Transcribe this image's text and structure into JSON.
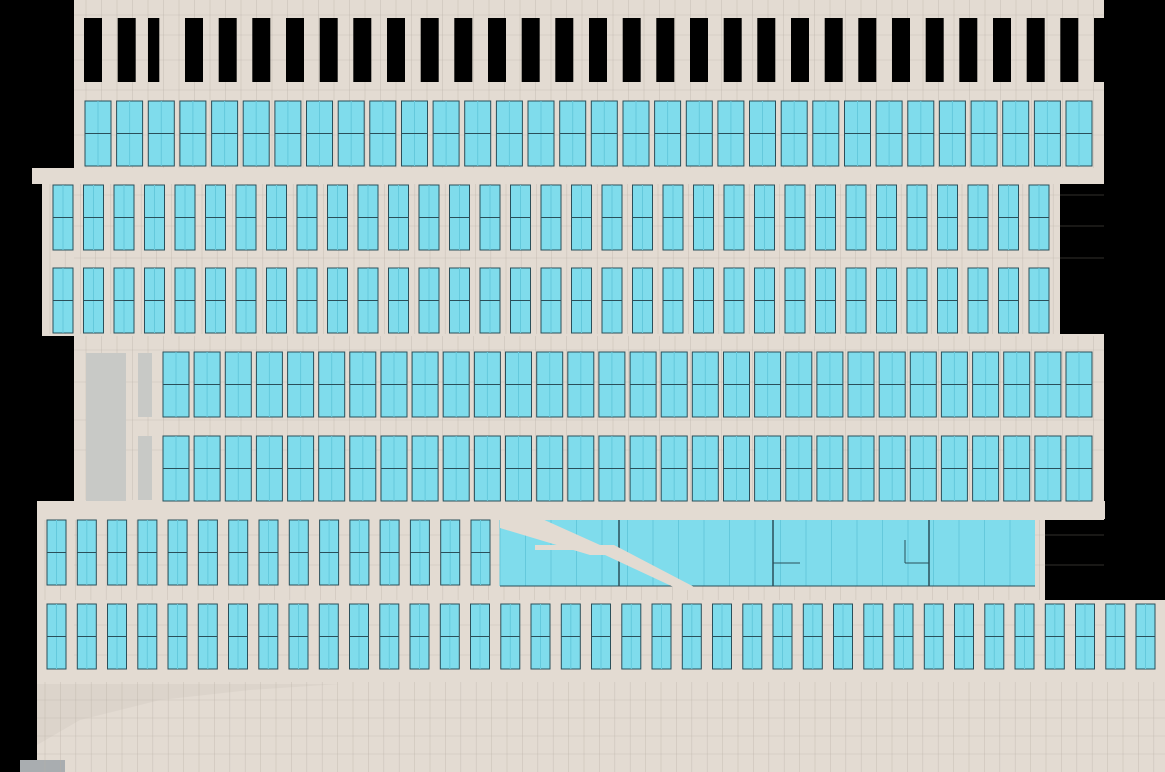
{
  "scene": {
    "subject": "building-facade-elevation",
    "colors": {
      "background": "#000000",
      "concrete": "#e3dbd2",
      "concrete_line": "#b8b0a6",
      "glass": "#7fdcec",
      "glass_dark": "#64c9dc",
      "mullion": "#2a4f5a",
      "void": "#000000",
      "grey_panel": "#c8c9c6"
    },
    "floors": [
      {
        "id": "parapet-openings",
        "window_count": 31,
        "glazed": false
      },
      {
        "id": "floor-8",
        "window_count": 32,
        "glazed": true
      },
      {
        "id": "floor-7",
        "window_count": 33,
        "glazed": true
      },
      {
        "id": "floor-6",
        "window_count": 33,
        "glazed": true
      },
      {
        "id": "floor-5",
        "window_count": 30,
        "glazed": true
      },
      {
        "id": "floor-4",
        "window_count": 30,
        "glazed": true
      },
      {
        "id": "floor-3",
        "window_count": 15,
        "glazed": true
      },
      {
        "id": "floor-2",
        "window_count": 37,
        "glazed": true
      },
      {
        "id": "plinth",
        "window_count": 0,
        "glazed": false
      }
    ]
  }
}
